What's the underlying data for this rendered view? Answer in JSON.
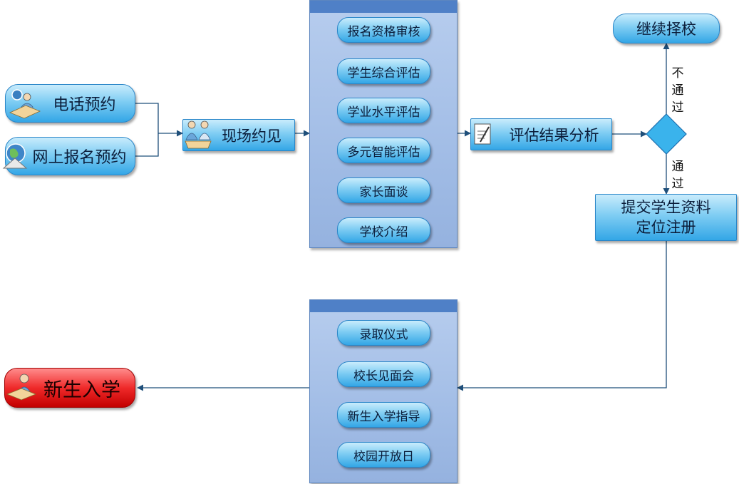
{
  "nodes": {
    "phone_booking": "电话预约",
    "online_booking": "网上报名预约",
    "onsite_meeting": "现场约见",
    "evaluation_analysis": "评估结果分析",
    "continue_choosing": "继续择校",
    "submit_line1": "提交学生资料",
    "submit_line2": "定位注册",
    "enrollment": "新生入学"
  },
  "assessment_steps": [
    "报名资格审核",
    "学生综合评估",
    "学业水平评估",
    "多元智能评估",
    "家长面谈",
    "学校介绍"
  ],
  "ceremony_steps": [
    "录取仪式",
    "校长见面会",
    "新生入学指导",
    "校园开放日"
  ],
  "edge_labels": {
    "not_passed": [
      "不",
      "通",
      "过"
    ],
    "passed": [
      "通",
      "过"
    ]
  },
  "colors": {
    "line": "#1f4f7a",
    "node_blue": "#33a6e6",
    "node_red": "#e81b1b",
    "panel": "#a2bde6"
  }
}
